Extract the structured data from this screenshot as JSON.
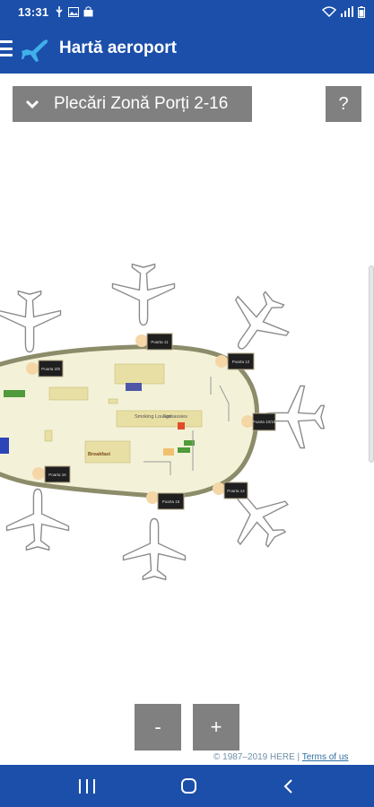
{
  "status_bar": {
    "time": "13:31",
    "left_icons": [
      "usb-icon",
      "image-icon",
      "bag-icon"
    ],
    "right_icons": [
      "wifi-icon",
      "signal-icon",
      "battery-icon"
    ]
  },
  "app_bar": {
    "title": "Hartă aeroport",
    "menu_icon": "hamburger-menu-icon",
    "logo_icon": "airplane-icon"
  },
  "zone_selector": {
    "selected": "Plecări Zonă Porți 2-16"
  },
  "help_button": {
    "label": "?"
  },
  "map": {
    "gates": [
      {
        "label": "Poarta 11"
      },
      {
        "label": "Poarta 12"
      },
      {
        "label": "Poarta 10/16"
      },
      {
        "label": "Poarta 14"
      },
      {
        "label": "Poarta 15"
      },
      {
        "label": "Poarta 16"
      },
      {
        "label": "Poarta 2/8"
      }
    ],
    "places": [
      "Smoking Lounge",
      "Embassies",
      "Breakfast"
    ]
  },
  "zoom": {
    "minus": "-",
    "plus": "+"
  },
  "attribution": {
    "copyright": "© 1987–2019 HERE |",
    "terms": "Terms of us"
  },
  "colors": {
    "bar": "#1b4faa",
    "button": "#808080"
  }
}
